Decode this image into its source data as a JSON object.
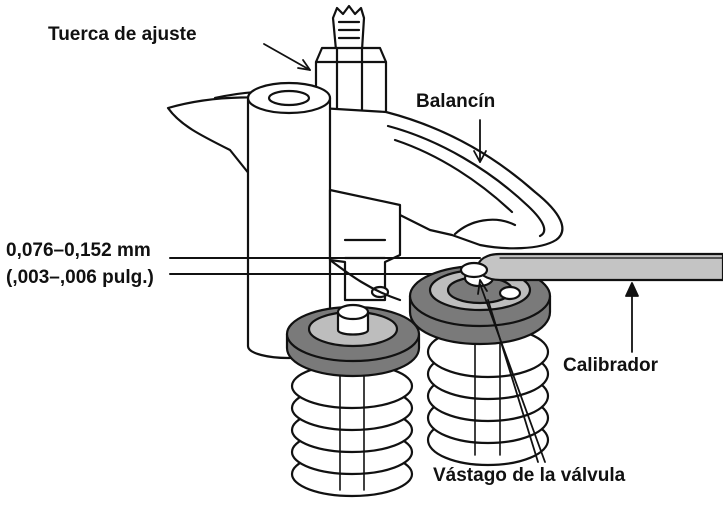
{
  "labels": {
    "adjusting_nut": "Tuerca de ajuste",
    "rocker_arm": "Balancín",
    "clearance_metric": "0,076–0,152 mm",
    "clearance_imperial": "(,003–,006 pulg.)",
    "feeler_gauge": "Calibrador",
    "valve_stem": "Vástago de la válvula"
  },
  "colors": {
    "ink": "#111111",
    "retainer_fill": "#7a7a7a",
    "gauge_fill": "#c4c4c4",
    "background": "#ffffff"
  }
}
